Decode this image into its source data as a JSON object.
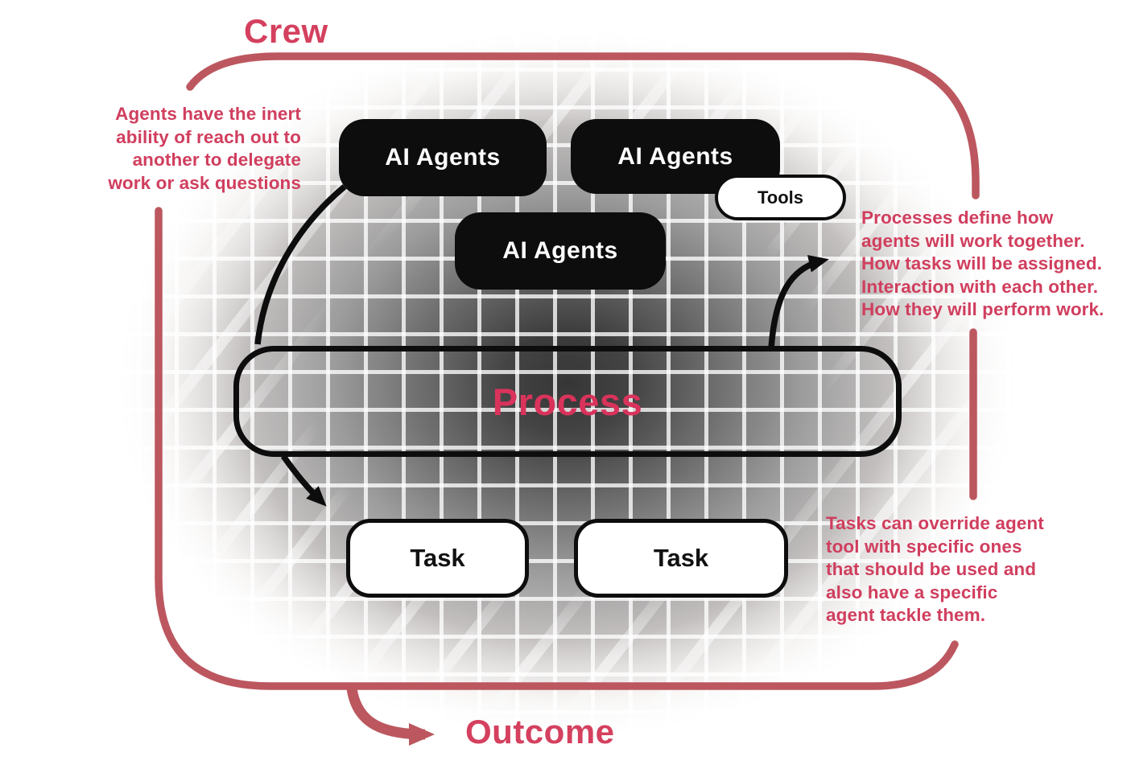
{
  "title": "Crew",
  "outcome_label": "Outcome",
  "colors": {
    "accent_crimson": "#d9335c",
    "border_red": "#bc575f",
    "node_black": "#0d0d0d",
    "node_white": "#ffffff",
    "grid_dark_center": "#2e2e2e"
  },
  "nodes": {
    "agents": [
      {
        "label": "AI Agents"
      },
      {
        "label": "AI Agents"
      },
      {
        "label": "AI Agents"
      }
    ],
    "tools": {
      "label": "Tools"
    },
    "process": {
      "label": "Process"
    },
    "tasks": [
      {
        "label": "Task"
      },
      {
        "label": "Task"
      }
    ]
  },
  "annotations": {
    "left_note": {
      "lines": [
        "Agents have the inert",
        "ability of reach out to",
        "another to delegate",
        "work or ask questions"
      ]
    },
    "process_note": {
      "lines": [
        "Processes define how",
        "agents will work together.",
        "How tasks will be assigned.",
        "Interaction with each other.",
        "How they will perform work."
      ]
    },
    "task_note": {
      "lines": [
        "Tasks can override agent",
        "tool with specific ones",
        "that should be used and",
        "also have a specific",
        "agent tackle them."
      ]
    }
  }
}
